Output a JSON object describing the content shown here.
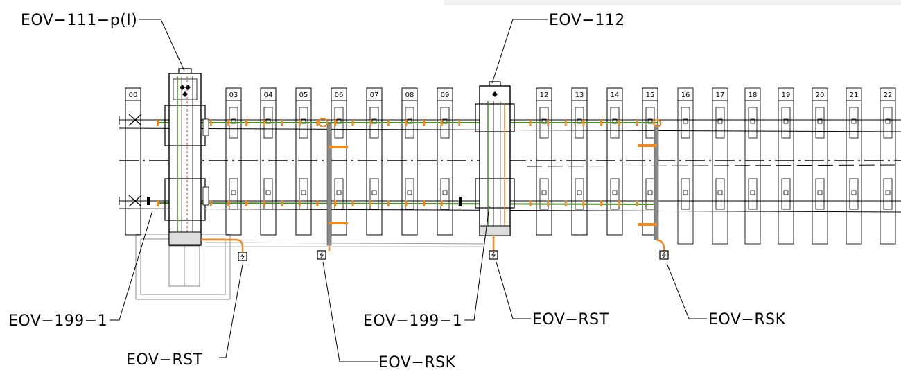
{
  "sleepers": {
    "near": [
      "00",
      "03",
      "04",
      "05",
      "06",
      "07",
      "08",
      "09",
      "12",
      "13",
      "14",
      "15"
    ],
    "far": [
      "16",
      "17",
      "18",
      "19",
      "20",
      "21",
      "22"
    ]
  },
  "callouts": {
    "eov_111": "EOV−111−p(I)",
    "eov_112": "EOV−112",
    "eov_199_left": "EOV−199−1",
    "eov_rst_left": "EOV−RST",
    "eov_rsk_left": "EOV−RSK",
    "eov_199_mid": "EOV−199−1",
    "eov_rst_mid": "EOV−RST",
    "eov_rsk_right": "EOV−RSK"
  },
  "colors": {
    "cable_green": "#4a8b2a",
    "cable_orange": "#f08a24",
    "line": "#000000"
  }
}
